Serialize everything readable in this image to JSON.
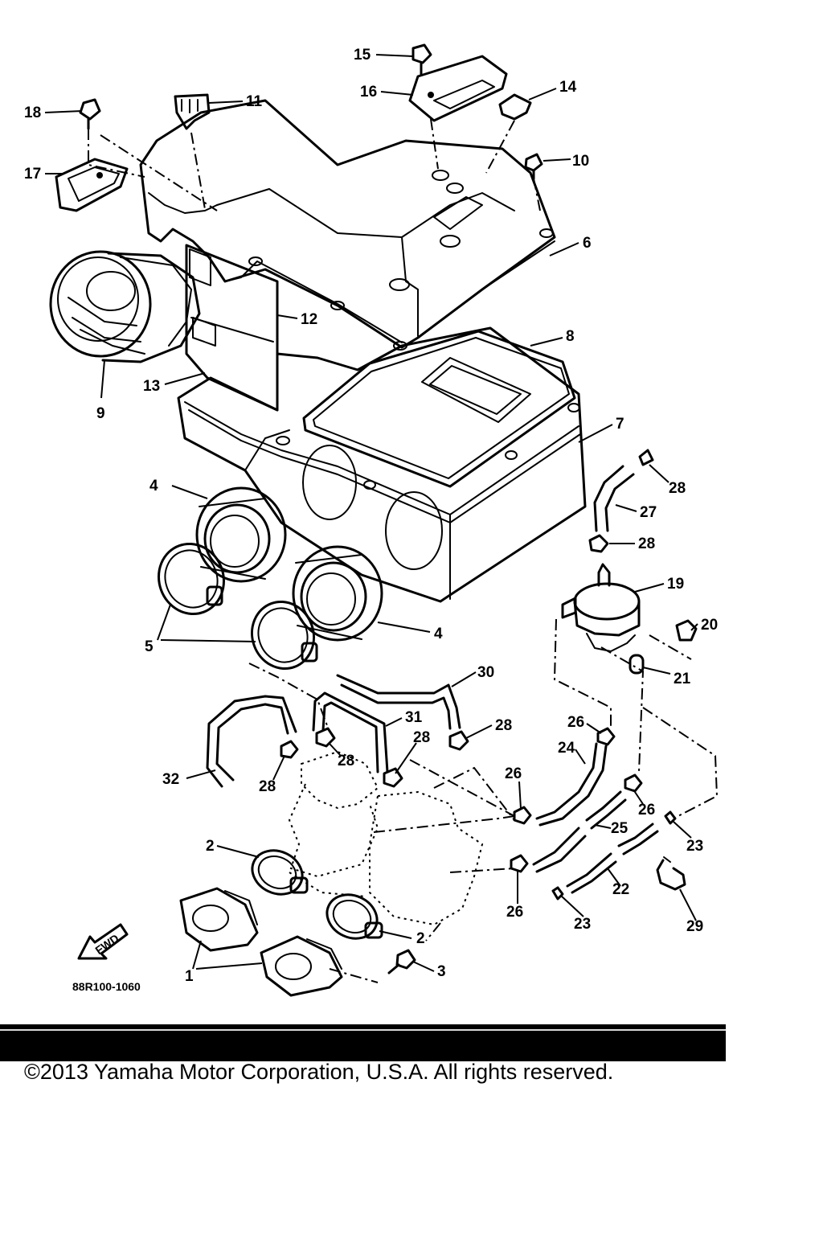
{
  "diagram": {
    "drawing_code": "88R100-1060",
    "front_arrow_text": "FWD",
    "callouts": [
      {
        "id": "c1",
        "text": "1"
      },
      {
        "id": "c2a",
        "text": "2"
      },
      {
        "id": "c2b",
        "text": "2"
      },
      {
        "id": "c3",
        "text": "3"
      },
      {
        "id": "c4a",
        "text": "4"
      },
      {
        "id": "c4b",
        "text": "4"
      },
      {
        "id": "c5",
        "text": "5"
      },
      {
        "id": "c6",
        "text": "6"
      },
      {
        "id": "c7",
        "text": "7"
      },
      {
        "id": "c8",
        "text": "8"
      },
      {
        "id": "c9",
        "text": "9"
      },
      {
        "id": "c10",
        "text": "10"
      },
      {
        "id": "c11",
        "text": "11"
      },
      {
        "id": "c12",
        "text": "12"
      },
      {
        "id": "c13",
        "text": "13"
      },
      {
        "id": "c14",
        "text": "14"
      },
      {
        "id": "c15",
        "text": "15"
      },
      {
        "id": "c16",
        "text": "16"
      },
      {
        "id": "c17",
        "text": "17"
      },
      {
        "id": "c18",
        "text": "18"
      },
      {
        "id": "c19",
        "text": "19"
      },
      {
        "id": "c20",
        "text": "20"
      },
      {
        "id": "c21",
        "text": "21"
      },
      {
        "id": "c22",
        "text": "22"
      },
      {
        "id": "c23a",
        "text": "23"
      },
      {
        "id": "c23b",
        "text": "23"
      },
      {
        "id": "c24",
        "text": "24"
      },
      {
        "id": "c25",
        "text": "25"
      },
      {
        "id": "c26a",
        "text": "26"
      },
      {
        "id": "c26b",
        "text": "26"
      },
      {
        "id": "c26c",
        "text": "26"
      },
      {
        "id": "c26d",
        "text": "26"
      },
      {
        "id": "c27",
        "text": "27"
      },
      {
        "id": "c28a",
        "text": "28"
      },
      {
        "id": "c28b",
        "text": "28"
      },
      {
        "id": "c28c",
        "text": "28"
      },
      {
        "id": "c28d",
        "text": "28"
      },
      {
        "id": "c28e",
        "text": "28"
      },
      {
        "id": "c28f",
        "text": "28"
      },
      {
        "id": "c29",
        "text": "29"
      },
      {
        "id": "c30",
        "text": "30"
      },
      {
        "id": "c31",
        "text": "31"
      },
      {
        "id": "c32",
        "text": "32"
      }
    ]
  },
  "footer": {
    "copyright": "©2013 Yamaha Motor Corporation, U.S.A. All rights reserved."
  }
}
